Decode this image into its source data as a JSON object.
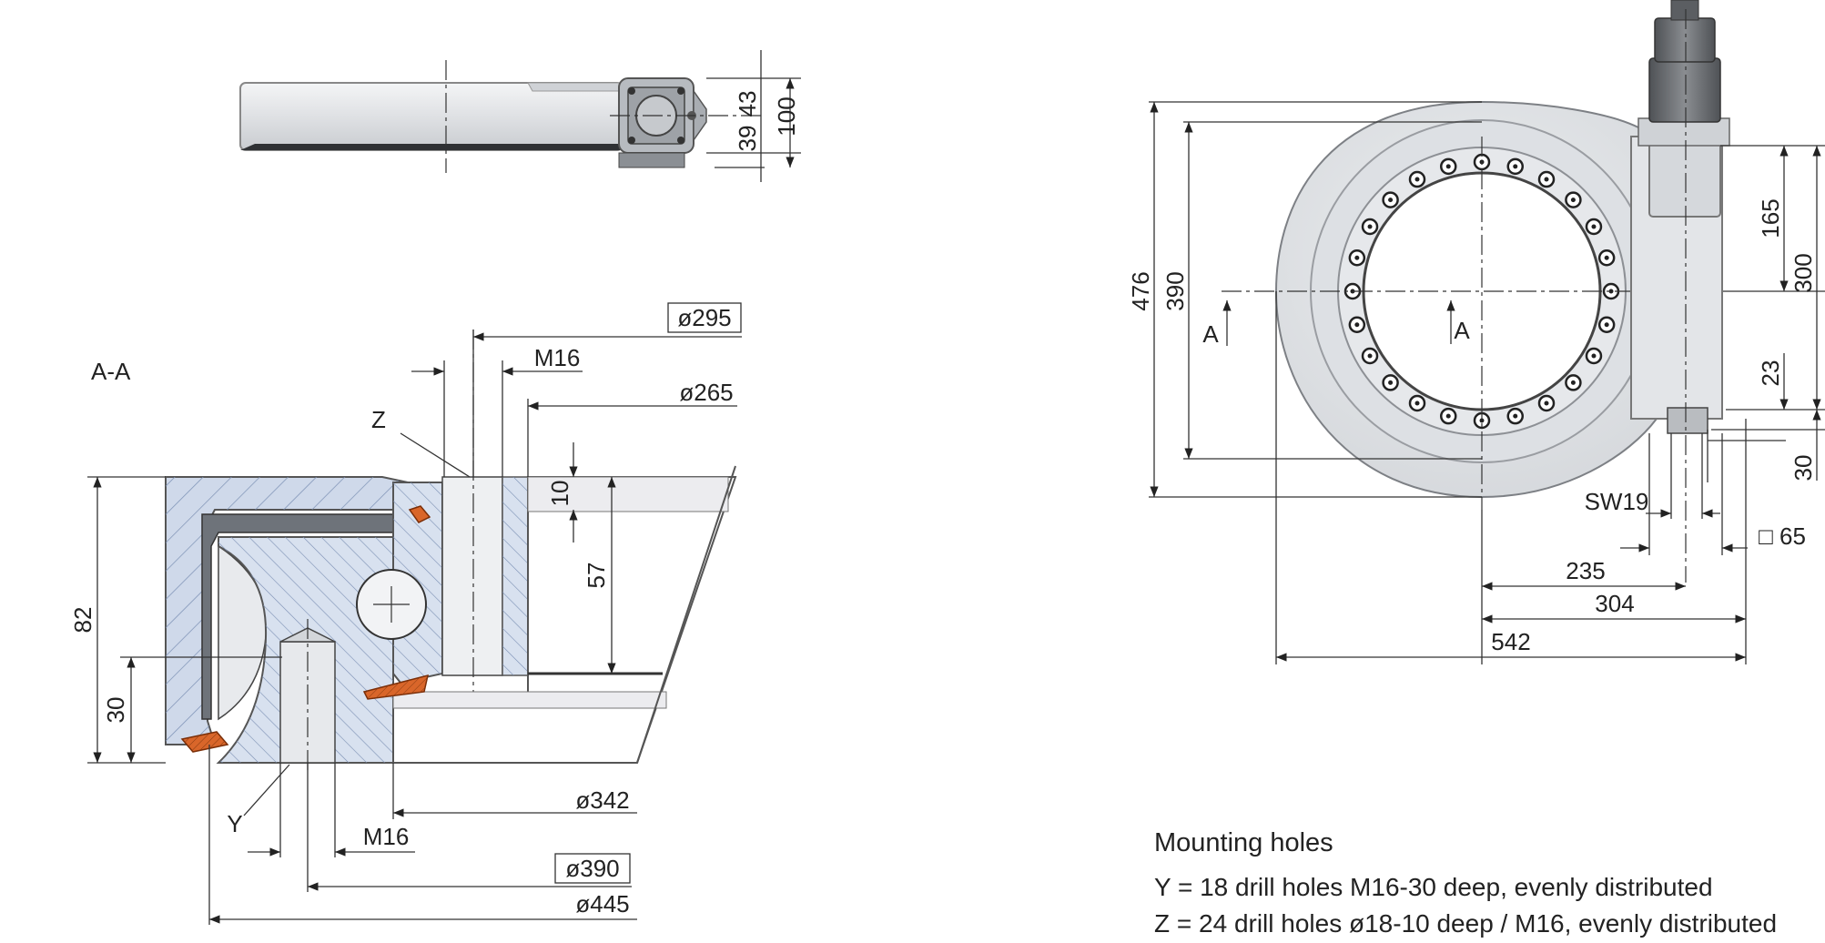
{
  "section_label": "A-A",
  "section_marker": "A",
  "detail_label_z": "Z",
  "detail_label_y": "Y",
  "dims_top": {
    "d1": "43",
    "d2": "39",
    "d3": "100"
  },
  "dims_section": {
    "d295": "ø295",
    "m16_top": "M16",
    "d265": "ø265",
    "h10": "10",
    "h57": "57",
    "h82": "82",
    "h30": "30",
    "d342": "ø342",
    "m16_bottom": "M16",
    "d390": "ø390",
    "d445": "ø445"
  },
  "dims_plan": {
    "h476": "476",
    "h390": "390",
    "h165": "165",
    "h300": "300",
    "h23": "23",
    "h30": "30",
    "sw19": "SW19",
    "sq65": "□ 65",
    "w235": "235",
    "w304": "304",
    "w542": "542"
  },
  "notes": {
    "title": "Mounting holes",
    "y_line": "Y = 18 drill holes M16-30 deep, evenly distributed",
    "z_line": "Z = 24 drill holes ø18-10 deep / M16, evenly distributed"
  },
  "colors": {
    "body": "#e6e7e9",
    "inner_ring": "#cfd9ea",
    "seal": "#d9662a",
    "motor": "#6b6e72",
    "hatch_dark": "#8fa6c8"
  }
}
